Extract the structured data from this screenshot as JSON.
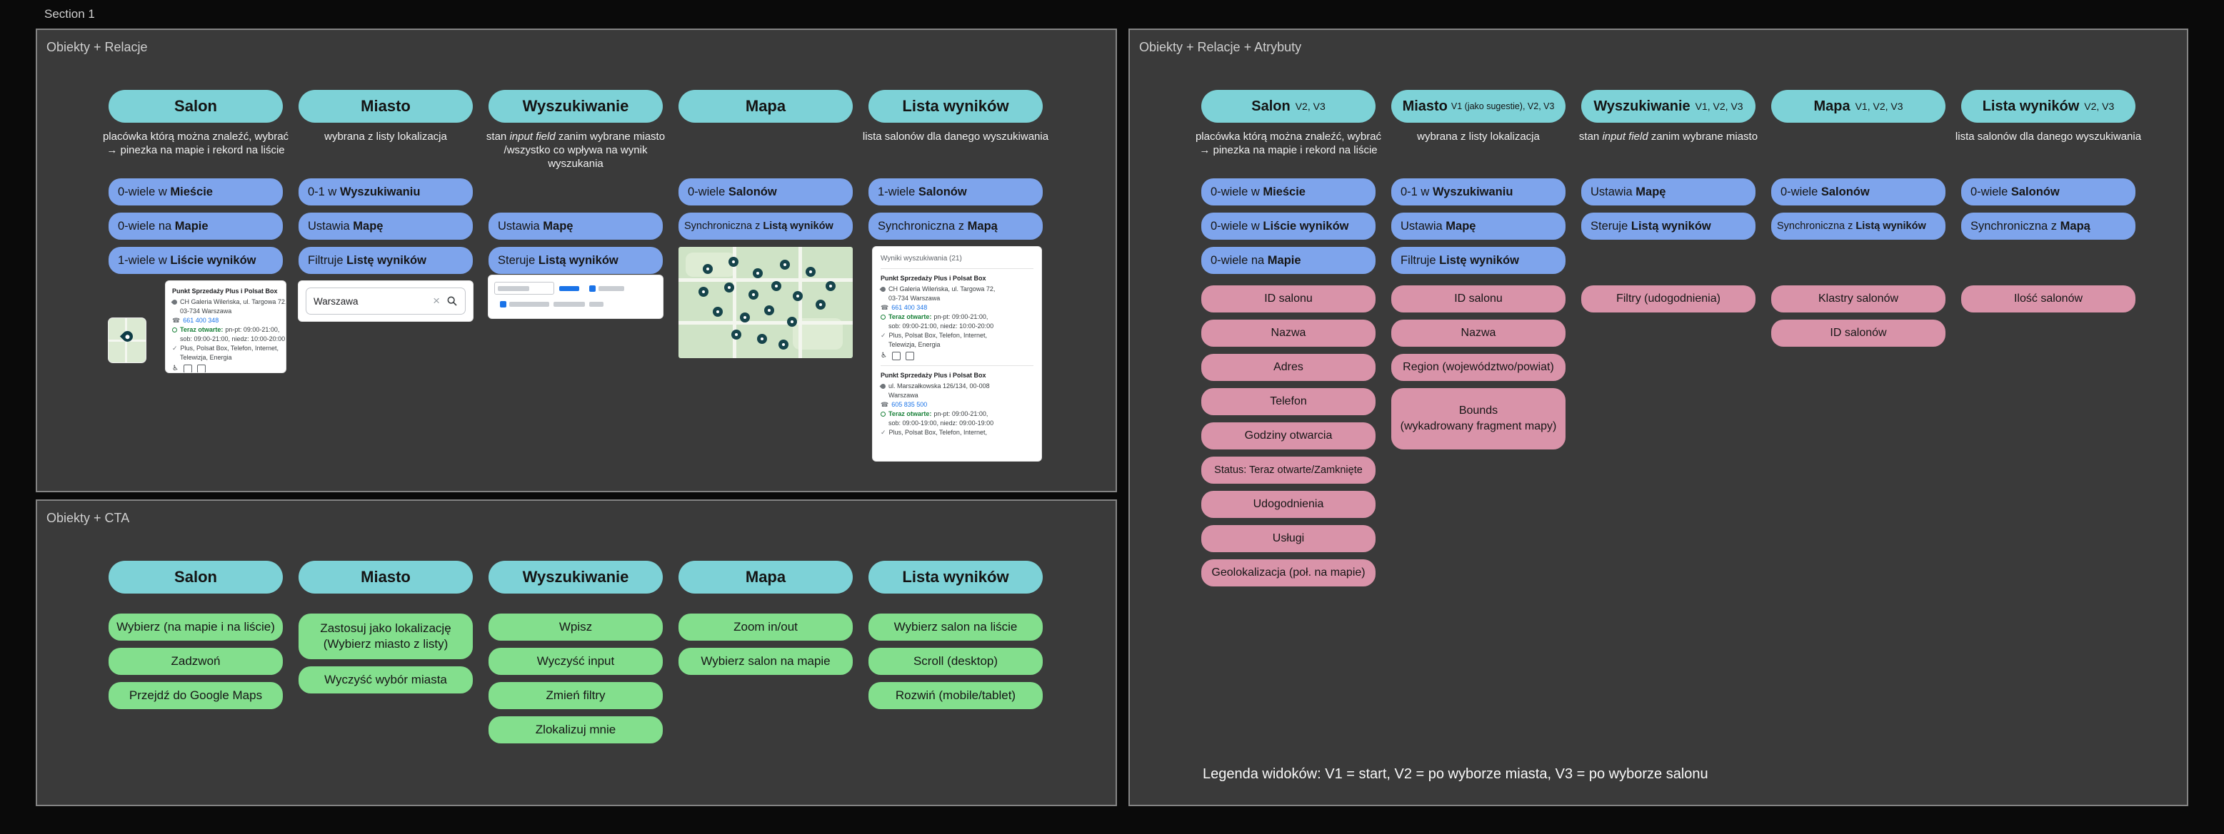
{
  "section_label": "Section 1",
  "colors": {
    "canvas_bg": "#0A0A0A",
    "panel_bg": "#3A3A3A",
    "teal_header": "#7DD2D7",
    "blue_relation": "#7EA4EC",
    "green_cta": "#83DF8D",
    "pink_attribute": "#D993A9",
    "link_blue": "#1A73E8",
    "open_green": "#188038"
  },
  "relacje": {
    "label": "Obiekty + Relacje",
    "cols": [
      {
        "header": "Salon",
        "desc1": "placówka którą można znaleźć, wybrać",
        "desc2": "→ pinezka na mapie i rekord na liście",
        "chips": [
          {
            "pre": "0-wiele w ",
            "bold": "Mieście"
          },
          {
            "pre": "0-wiele na ",
            "bold": "Mapie"
          },
          {
            "pre": "1-wiele w ",
            "bold": "Liście wyników"
          }
        ]
      },
      {
        "header": "Miasto",
        "desc1": "wybrana z listy lokalizacja",
        "chips": [
          {
            "pre": "0-1 w ",
            "bold": "Wyszukiwaniu"
          },
          {
            "pre": "Ustawia ",
            "bold": "Mapę"
          },
          {
            "pre": "Filtruje ",
            "bold": "Listę wyników"
          }
        ]
      },
      {
        "header": "Wyszukiwanie",
        "desc_pre": "stan ",
        "desc_it": "input field",
        "desc_post": " zanim wybrane miasto",
        "desc2": "/wszystko co wpływa na wynik",
        "desc3": "wyszukania",
        "chips": [
          {
            "pre": "Ustawia ",
            "bold": "Mapę"
          },
          {
            "pre": "Steruje ",
            "bold": "Listą wyników"
          }
        ]
      },
      {
        "header": "Mapa",
        "chips": [
          {
            "pre": "0-wiele ",
            "bold": "Salonów"
          },
          {
            "pre": "Synchroniczna z ",
            "bold": "Listą wyników"
          }
        ]
      },
      {
        "header": "Lista wyników",
        "desc1": "lista salonów dla danego wyszukiwania",
        "chips": [
          {
            "pre": "1-wiele ",
            "bold": "Salonów"
          },
          {
            "pre": "Synchroniczna z ",
            "bold": "Mapą"
          }
        ]
      }
    ],
    "salon_card": {
      "title": "Punkt Sprzedaży Plus i Polsat Box",
      "addr1": "CH Galeria Wileńska, ul. Targowa 72,",
      "addr2": "03-734 Warszawa",
      "phone": "661 400 348",
      "open_label": "Teraz otwarte:",
      "hours1": "pn-pt: 09:00-21:00,",
      "hours2": "sob: 09:00-21:00, niedz: 10:00-20:00",
      "products1": "Plus, Polsat Box, Telefon, Internet,",
      "products2": "Telewizja, Energia"
    },
    "search_value": "Warszawa",
    "results": {
      "header": "Wyniki wyszukiwania (21)",
      "card1": {
        "title": "Punkt Sprzedaży Plus i Polsat Box",
        "addr1": "CH Galeria Wileńska, ul. Targowa 72,",
        "addr2": "03-734 Warszawa",
        "phone": "661 400 348",
        "open_label": "Teraz otwarte:",
        "hours1": "pn-pt: 09:00-21:00,",
        "hours2": "sob: 09:00-21:00, niedz: 10:00-20:00",
        "products1": "Plus, Polsat Box, Telefon, Internet,",
        "products2": "Telewizja, Energia"
      },
      "card2": {
        "title": "Punkt Sprzedaży Plus i Polsat Box",
        "addr1": "ul. Marszałkowska 126/134, 00-008",
        "addr2": "Warszawa",
        "phone": "605 835 500",
        "open_label": "Teraz otwarte:",
        "hours1": "pn-pt: 09:00-21:00,",
        "hours2": "sob: 09:00-19:00, niedz: 09:00-19:00",
        "products1": "Plus, Polsat Box, Telefon, Internet,"
      }
    }
  },
  "cta": {
    "label": "Obiekty + CTA",
    "headers": [
      "Salon",
      "Miasto",
      "Wyszukiwanie",
      "Mapa",
      "Lista wyników"
    ],
    "salon": [
      "Wybierz (na mapie i na liście)",
      "Zadzwoń",
      "Przejdź do Google Maps"
    ],
    "miasto_top_l1": "Zastosuj jako lokalizację",
    "miasto_top_l2": "(Wybierz miasto z listy)",
    "miasto_2": "Wyczyść wybór miasta",
    "wyszukiwanie": [
      "Wpisz",
      "Wyczyść input",
      "Zmień filtry",
      "Zlokalizuj mnie"
    ],
    "mapa": [
      "Zoom in/out",
      "Wybierz salon na mapie"
    ],
    "lista": [
      "Wybierz salon na liście",
      "Scroll (desktop)",
      "Rozwiń (mobile/tablet)"
    ]
  },
  "atry": {
    "label": "Obiekty + Relacje + Atrybuty",
    "legend": "Legenda widoków: V1 = start, V2 = po wyborze miasta, V3 = po wyborze salonu",
    "cols": [
      {
        "header": "Salon",
        "ver": "V2, V3",
        "desc1": "placówka którą można znaleźć, wybrać",
        "desc2": "→ pinezka na mapie i rekord na liście",
        "blue": [
          {
            "pre": "0-wiele w ",
            "bold": "Mieście"
          },
          {
            "pre": "0-wiele w ",
            "bold": "Liście wyników"
          },
          {
            "pre": "0-wiele na ",
            "bold": "Mapie"
          }
        ],
        "pink": [
          "ID salonu",
          "Nazwa",
          "Adres",
          "Telefon",
          "Godziny otwarcia",
          "Status: Teraz otwarte/Zamknięte",
          "Udogodnienia",
          "Usługi",
          "Geolokalizacja (poł. na mapie)"
        ]
      },
      {
        "header": "Miasto",
        "ver": "V1 (jako sugestie), V2, V3",
        "desc1": "wybrana z listy lokalizacja",
        "blue": [
          {
            "pre": "0-1 w ",
            "bold": "Wyszukiwaniu"
          },
          {
            "pre": "Ustawia ",
            "bold": "Mapę"
          },
          {
            "pre": "Filtruje ",
            "bold": "Listę wyników"
          }
        ],
        "pink": [
          "ID salonu",
          "Nazwa",
          "Region (województwo/powiat)"
        ],
        "pink_tall_l1": "Bounds",
        "pink_tall_l2": "(wykadrowany fragment mapy)"
      },
      {
        "header": "Wyszukiwanie",
        "ver": "V1, V2, V3",
        "desc_pre": "stan ",
        "desc_it": "input field",
        "desc_post": " zanim wybrane miasto",
        "blue": [
          {
            "pre": "Ustawia ",
            "bold": "Mapę"
          },
          {
            "pre": "Steruje ",
            "bold": "Listą wyników"
          }
        ],
        "pink": [
          "Filtry (udogodnienia)"
        ]
      },
      {
        "header": "Mapa",
        "ver": "V1, V2, V3",
        "blue": [
          {
            "pre": "0-wiele ",
            "bold": "Salonów"
          },
          {
            "pre": "Synchroniczna z ",
            "bold": "Listą wyników"
          }
        ],
        "pink": [
          "Klastry salonów",
          "ID salonów"
        ]
      },
      {
        "header": "Lista wyników",
        "ver": "V2, V3",
        "desc1": "lista salonów dla danego wyszukiwania",
        "blue": [
          {
            "pre": "0-wiele ",
            "bold": "Salonów"
          },
          {
            "pre": "Synchroniczna z ",
            "bold": "Mapą"
          }
        ],
        "pink": [
          "Ilość salonów"
        ]
      }
    ]
  }
}
